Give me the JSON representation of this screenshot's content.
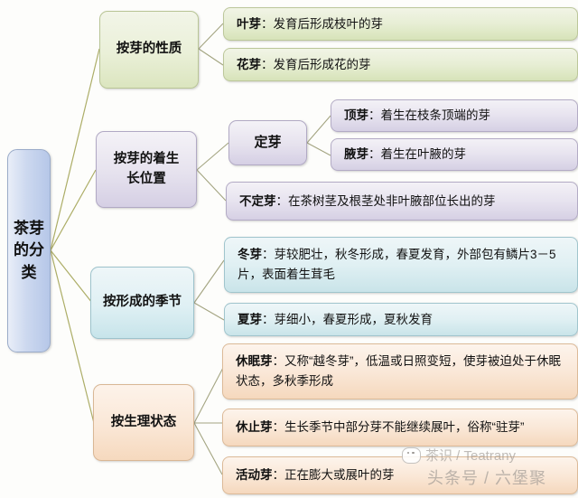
{
  "diagram": {
    "title": "茶芽的分类",
    "root": {
      "label": "茶芽的分类"
    },
    "colors": {
      "connector": "#a8a95f",
      "green": "#dbe5bf",
      "purple": "#d5cfe4",
      "cyan": "#c7e4ea",
      "orange": "#f6d9be",
      "root": "#b6c7e8"
    },
    "branches": [
      {
        "label": "按芽的性质",
        "color": "green",
        "leaves": [
          {
            "term": "叶芽",
            "sep": "：",
            "desc": "发育后形成枝叶的芽"
          },
          {
            "term": "花芽",
            "sep": "：",
            "desc": "发育后形成花的芽"
          }
        ]
      },
      {
        "label": "按芽的着生长位置",
        "label_line1": "按芽的着生",
        "label_line2": "长位置",
        "color": "purple",
        "sub": {
          "label": "定芽"
        },
        "leaves": [
          {
            "term": "顶芽",
            "sep": "：",
            "desc": "着生在枝条顶端的芽"
          },
          {
            "term": "腋芽",
            "sep": "：",
            "desc": "着生在叶腋的芽"
          },
          {
            "term": "不定芽",
            "sep": "：",
            "desc": "在茶树茎及根茎处非叶腋部位长出的芽"
          }
        ]
      },
      {
        "label": "按形成的季节",
        "color": "cyan",
        "leaves": [
          {
            "term": "冬芽",
            "sep": "：",
            "desc": "芽较肥壮，秋冬形成，春夏发育，外部包有鳞片3－5片，表面着生茸毛"
          },
          {
            "term": "夏芽",
            "sep": "：",
            "desc": "芽细小，春夏形成，夏秋发育"
          }
        ]
      },
      {
        "label": "按生理状态",
        "color": "orange",
        "leaves": [
          {
            "term": "休眠芽",
            "sep": "：",
            "desc": "又称“越冬芽”，低温或日照变短，使芽被迫处于休眠状态，多秋季形成"
          },
          {
            "term": "休止芽",
            "sep": "：",
            "desc": "生长季节中部分芽不能继续展叶，俗称“驻芽”"
          },
          {
            "term": "活动芽",
            "sep": "：",
            "desc": "正在膨大或展叶的芽"
          }
        ]
      }
    ]
  },
  "watermark": {
    "line1": "茶识 / Teatrany",
    "line2": "头条号 / 六堡聚",
    "logo": "wechat-icon"
  }
}
